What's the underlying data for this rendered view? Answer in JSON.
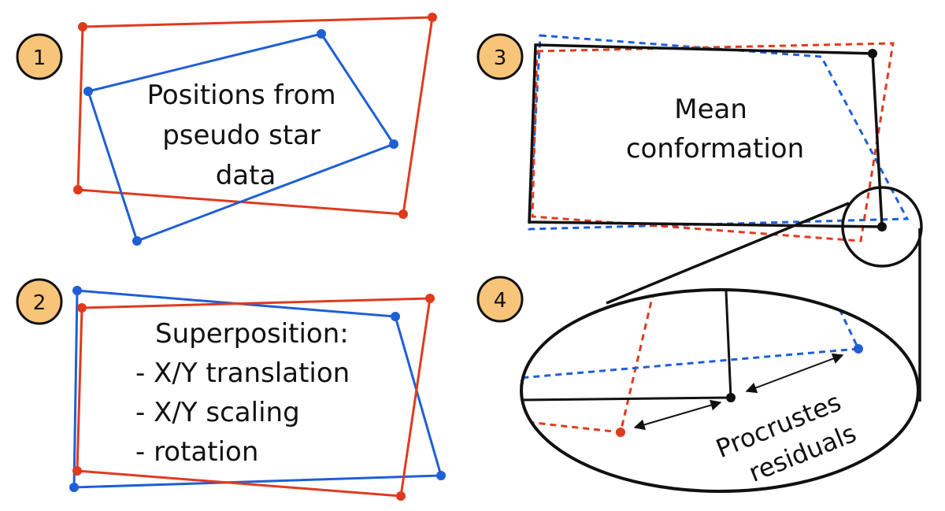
{
  "colors": {
    "red": "#e03a1e",
    "blue": "#1f5fd6",
    "black": "#111111",
    "badge_fill": "#f7c57a"
  },
  "panels": [
    {
      "id": "1",
      "badge": "1",
      "title": "Positions from pseudo star data",
      "lines": [
        "Positions from",
        "pseudo star",
        "data"
      ]
    },
    {
      "id": "2",
      "badge": "2",
      "lines": [
        "Superposition:",
        "- X/Y translation",
        "- X/Y scaling",
        "- rotation"
      ]
    },
    {
      "id": "3",
      "badge": "3",
      "lines": [
        "Mean",
        "conformation"
      ]
    },
    {
      "id": "4",
      "badge": "4",
      "lines": [
        "Procrustes",
        "residuals"
      ]
    }
  ]
}
